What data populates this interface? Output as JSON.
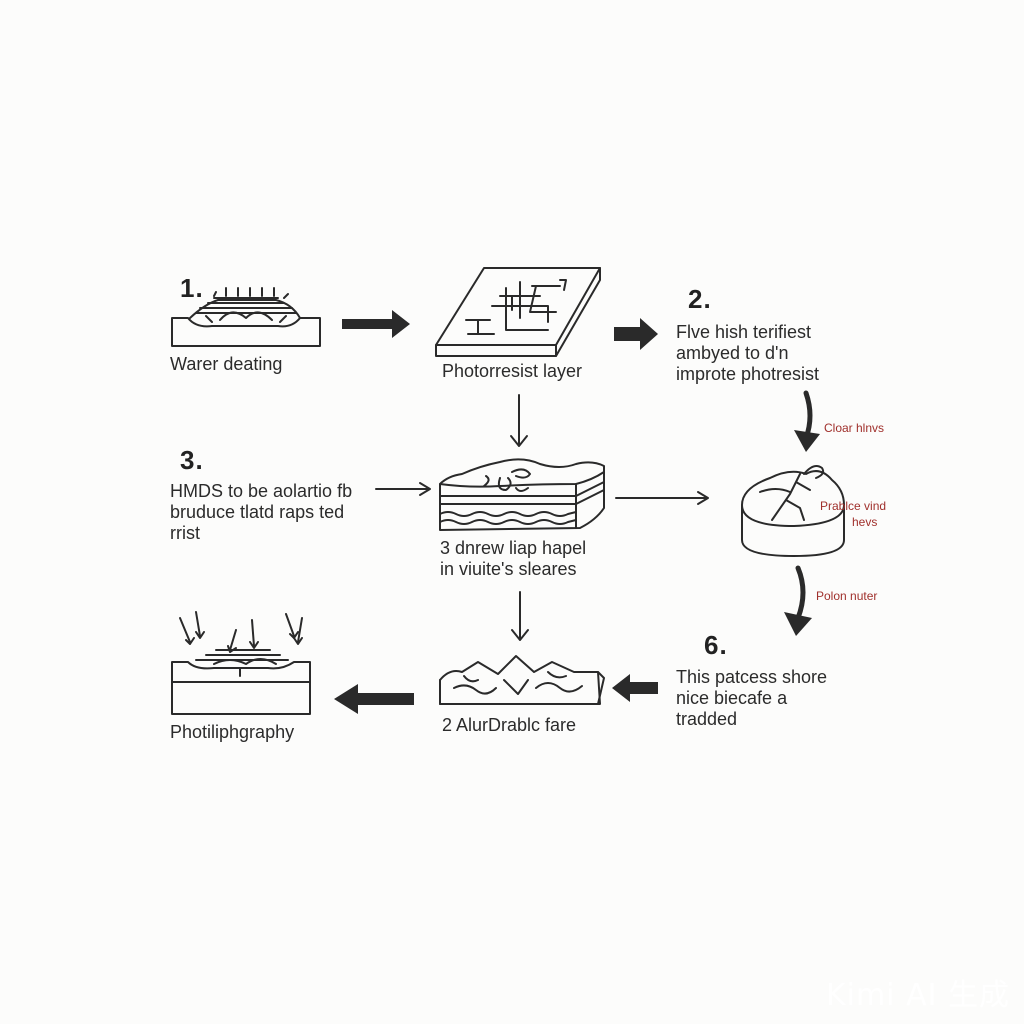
{
  "steps": {
    "n1": "1.",
    "n2": "2.",
    "n3": "3.",
    "n6": "6."
  },
  "labels": {
    "wafer": "Warer deating",
    "photoresist": "Photorresist layer",
    "step2": [
      "Flve hish terifiest",
      "ambyed to d'n",
      "improte photresist"
    ],
    "step3": [
      "HMDS to be aolartio fb",
      "bruduce tlatd raps ted",
      "rrist"
    ],
    "center": [
      "3 dnrew liap hapel",
      "in viuite's sleares"
    ],
    "step6": [
      "This patcess shore",
      "nice biecafe a",
      "tradded"
    ],
    "lower_center": "2 AlurDrablc fare",
    "photolith": "Photiliphgraphy"
  },
  "notes": {
    "clear": "Cloar hlnvs",
    "produce": [
      "Prablce vind",
      "hevs"
    ],
    "polon": "Polon nuter"
  },
  "colors": {
    "ink": "#2a2a2a",
    "note": "#a0302c",
    "background": "#fcfcfb"
  },
  "watermark": "Kimi AI 生成"
}
